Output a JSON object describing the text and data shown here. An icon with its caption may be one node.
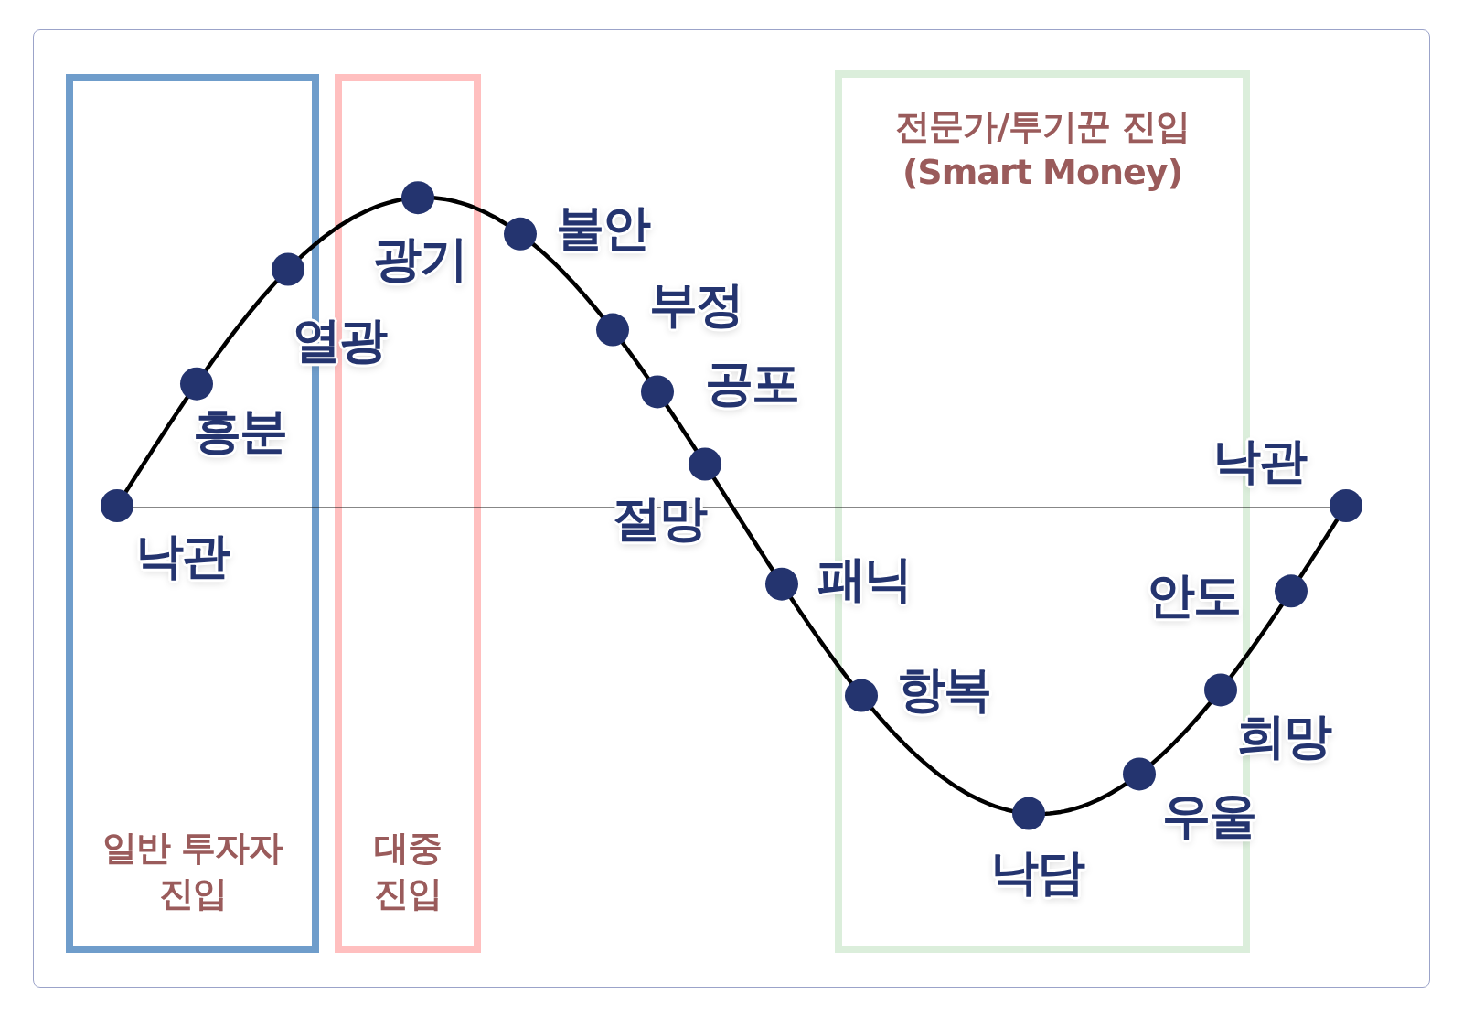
{
  "diagram": {
    "nodes": [
      {
        "text": [
          "일반 투자자 진입"
        ]
      },
      {
        "text": [
          "대중 진입"
        ]
      },
      {
        "text": [
          "전문가/투기꾼 진입 (Smart Money)"
        ]
      }
    ],
    "labels": [
      "낙관",
      "흥분",
      "열광",
      "광기",
      "불안",
      "부정",
      "공포",
      "절망",
      "패닉",
      "항복",
      "낙담",
      "우울",
      "희망",
      "안도",
      "낙관"
    ]
  }
}
